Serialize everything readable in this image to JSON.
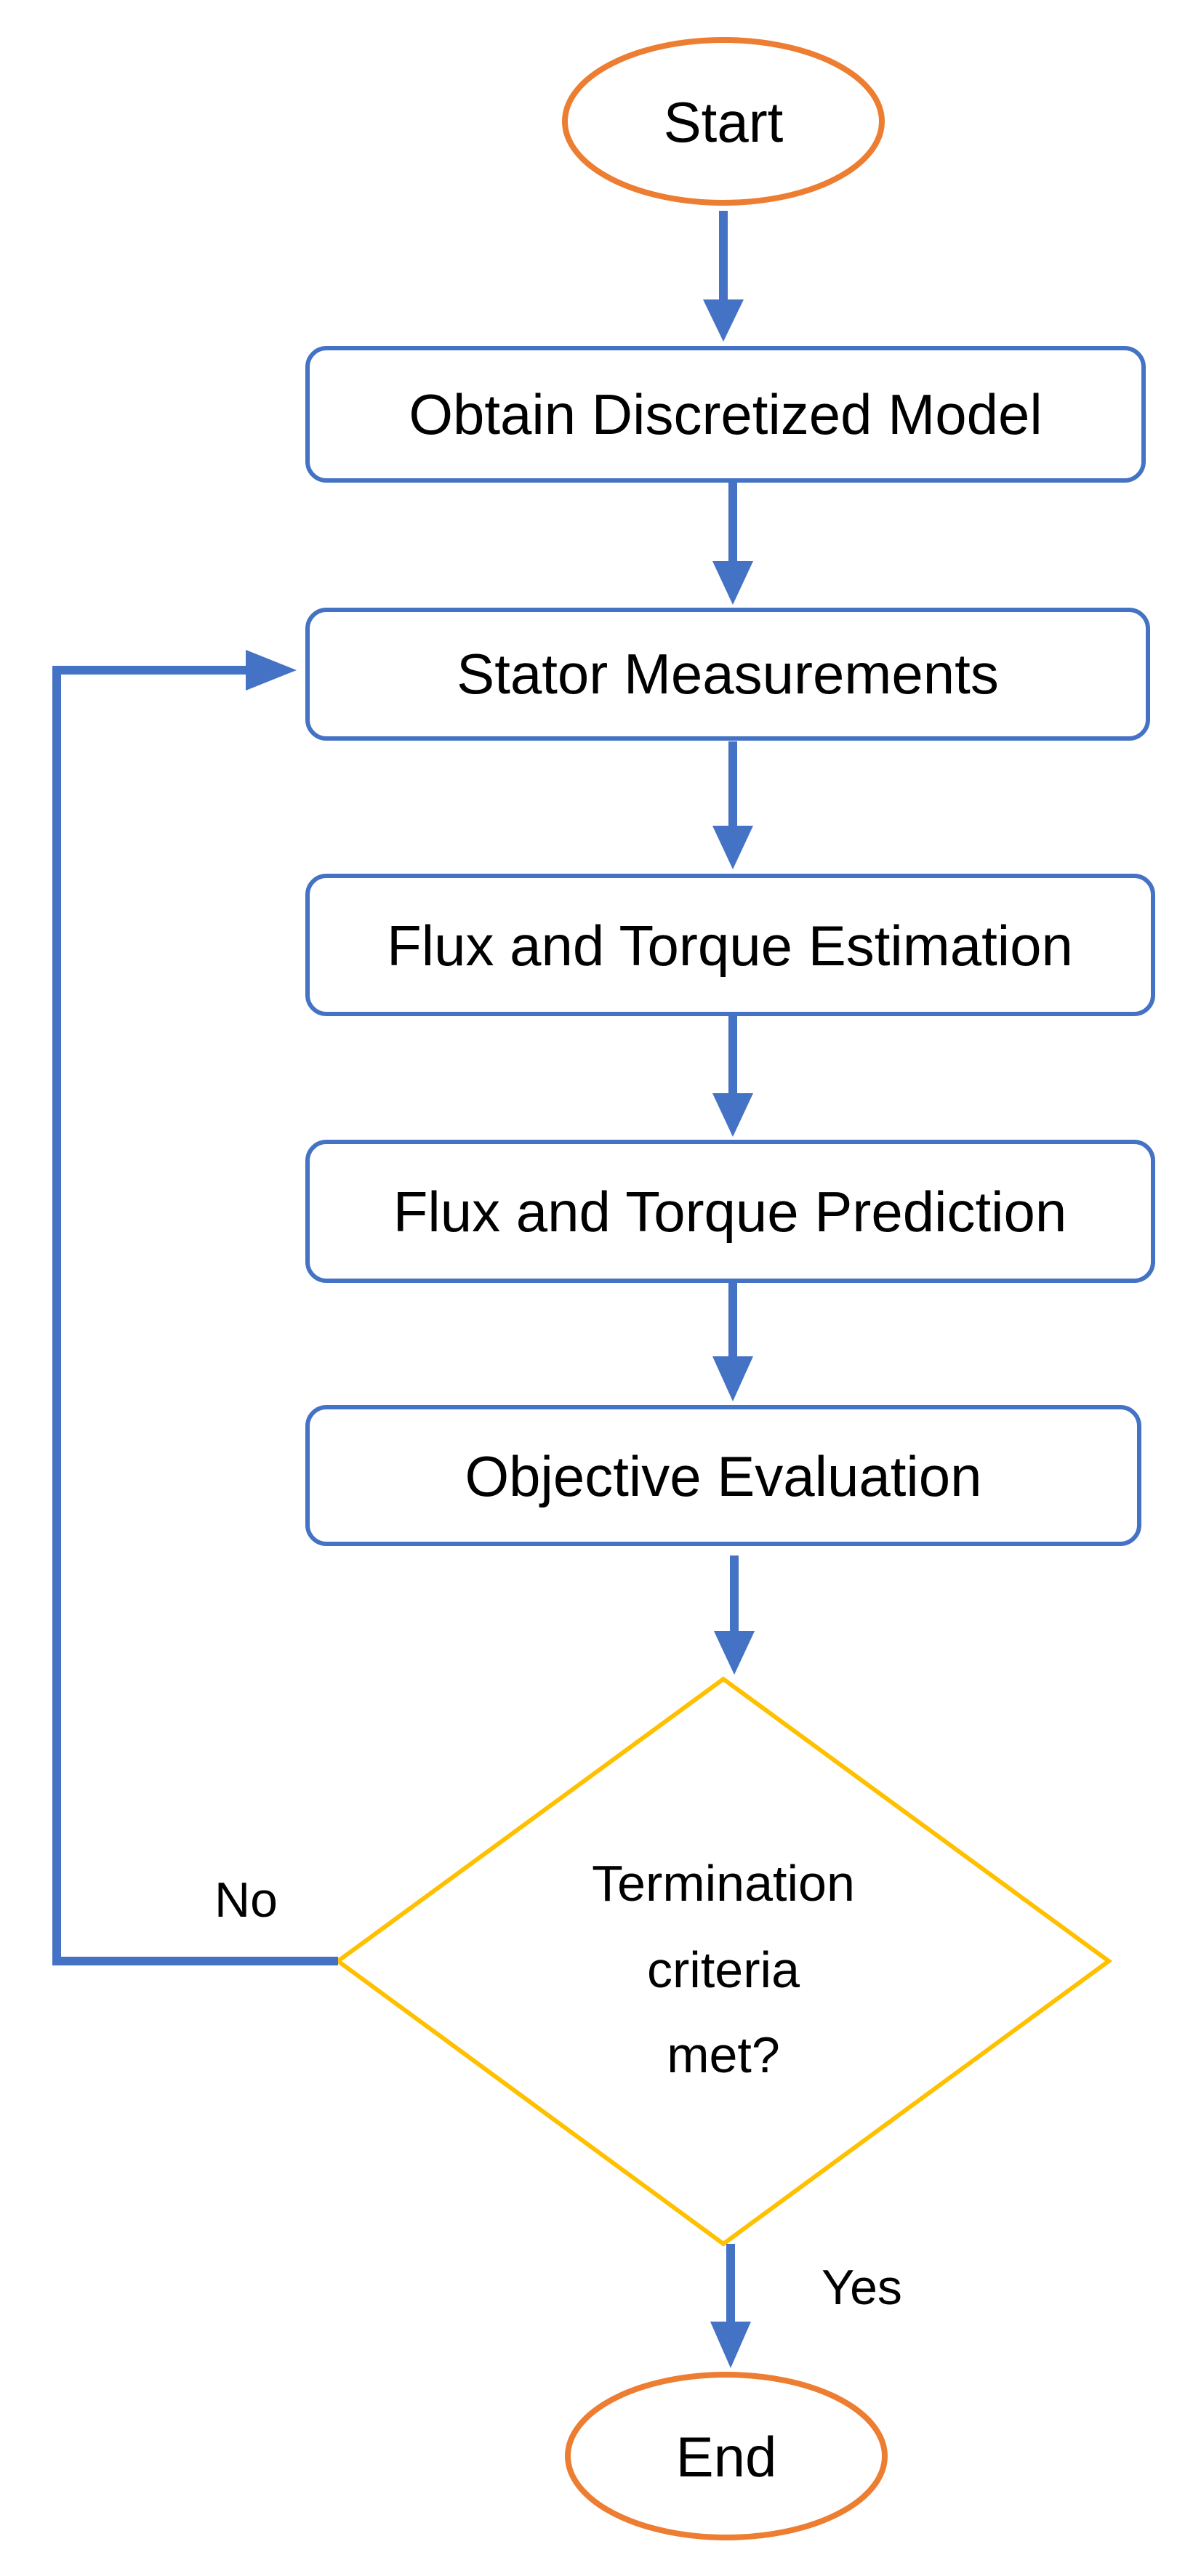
{
  "colors": {
    "process_border": "#4472C4",
    "terminal_border": "#ED7D31",
    "decision_border": "#FFC000",
    "arrow": "#4472C4",
    "text": "#000000",
    "background": "#FFFFFF"
  },
  "nodes": {
    "start": "Start",
    "obtain_model": "Obtain Discretized Model",
    "stator_measurements": "Stator Measurements",
    "flux_torque_estimation": "Flux and Torque Estimation",
    "flux_torque_prediction": "Flux and Torque Prediction",
    "objective_evaluation": "Objective Evaluation",
    "termination": {
      "line1": "Termination",
      "line2": "criteria",
      "line3": "met?"
    },
    "end": "End"
  },
  "edges": {
    "no_label": "No",
    "yes_label": "Yes"
  }
}
